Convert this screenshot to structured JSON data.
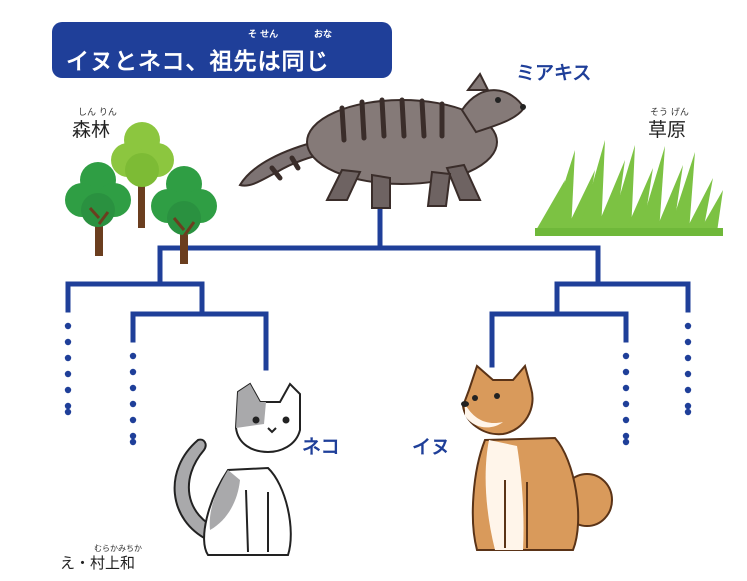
{
  "title": {
    "text": "イヌとネコ、祖先は同じ",
    "ruby_sosen": "そ せん",
    "ruby_onaji": "おな"
  },
  "nodes": {
    "ancestor": "ミアキス",
    "cat": "ネコ",
    "dog": "イヌ"
  },
  "habitats": {
    "forest": {
      "label": "森林",
      "ruby": "しん りん"
    },
    "grassland": {
      "label": "草原",
      "ruby": "そう げん"
    }
  },
  "credit": {
    "text": "え・村上和",
    "ruby": "むらかみちか"
  },
  "colors": {
    "tree_lines": "#1f3f99",
    "title_bg": "#1f3f99",
    "tree_leaf": "#3aa64a",
    "grass": "#7cc243"
  }
}
